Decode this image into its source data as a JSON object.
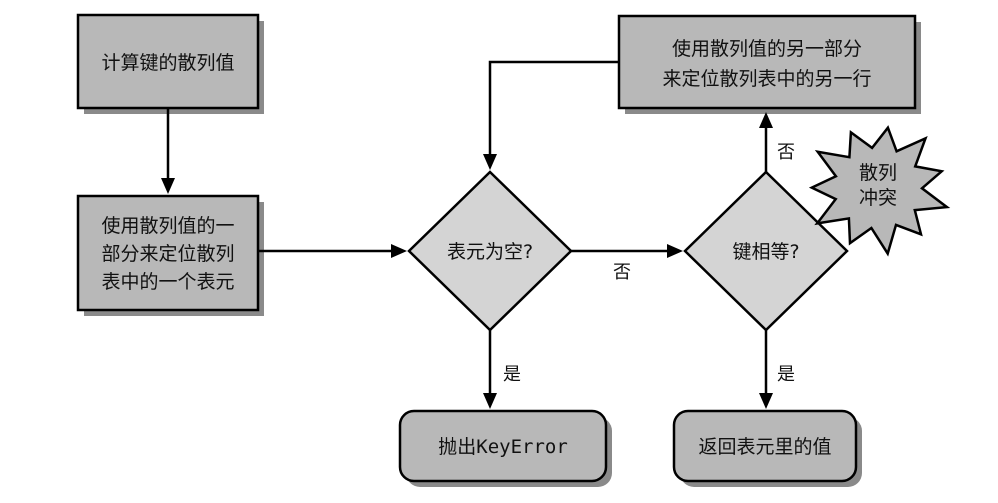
{
  "nodes": {
    "compute_hash": {
      "lines": [
        "计算键的散列值"
      ]
    },
    "locate_bucket": {
      "lines": [
        "使用散列值的一",
        "部分来定位散列",
        "表中的一个表元"
      ]
    },
    "bucket_empty": {
      "lines": [
        "表元为空?"
      ]
    },
    "keys_equal": {
      "lines": [
        "键相等?"
      ]
    },
    "relocate": {
      "lines": [
        "使用散列值的另一部分",
        "来定位散列表中的另一行"
      ]
    },
    "raise_error": {
      "prefix": "抛出",
      "code": "KeyError"
    },
    "return_value": {
      "lines": [
        "返回表元里的值"
      ]
    },
    "collision": {
      "lines": [
        "散列",
        "冲突"
      ]
    }
  },
  "edges": {
    "empty_no": "否",
    "empty_yes": "是",
    "equal_no": "否",
    "equal_yes": "是"
  }
}
